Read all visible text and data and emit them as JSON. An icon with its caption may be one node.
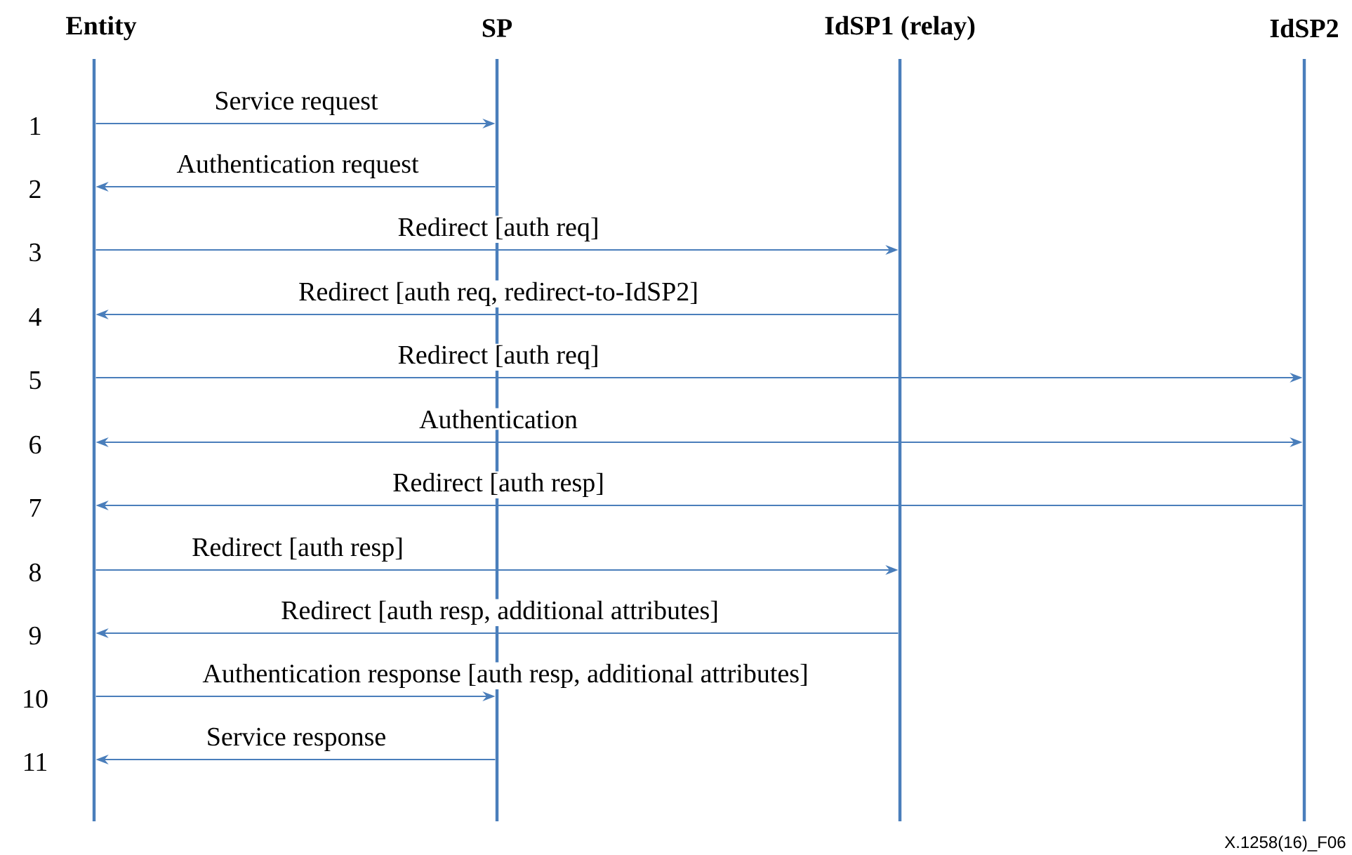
{
  "diagram": {
    "nodes": [
      {
        "text": [
          "Entity"
        ]
      },
      {
        "text": [
          "SP"
        ]
      },
      {
        "text": [
          "IdSP1 (relay)"
        ]
      },
      {
        "text": [
          "IdSP2"
        ]
      }
    ],
    "edges": [
      {
        "from": 0,
        "to": 1,
        "arrow": "to",
        "label": "Service request"
      },
      {
        "from": 1,
        "to": 0,
        "arrow": "to",
        "label": "Authentication request"
      },
      {
        "from": 0,
        "to": 2,
        "arrow": "to",
        "label": "Redirect [auth req]"
      },
      {
        "from": 2,
        "to": 0,
        "arrow": "to",
        "label": "Redirect [auth req, redirect-to-IdSP2]"
      },
      {
        "from": 0,
        "to": 3,
        "arrow": "to",
        "label": "Redirect [auth req]"
      },
      {
        "from": 0,
        "to": 3,
        "arrow": "both",
        "label": "Authentication"
      },
      {
        "from": 3,
        "to": 0,
        "arrow": "to",
        "label": "Redirect [auth resp]"
      },
      {
        "from": 0,
        "to": 2,
        "arrow": "to",
        "label": "Redirect [auth resp]"
      },
      {
        "from": 2,
        "to": 0,
        "arrow": "to",
        "label": "Redirect [auth resp, additional attributes]"
      },
      {
        "from": 0,
        "to": 1,
        "arrow": "to",
        "label": "Authentication response [auth resp, additional attributes]"
      },
      {
        "from": 1,
        "to": 0,
        "arrow": "to",
        "label": "Service response"
      }
    ],
    "labels": [
      "1",
      "2",
      "3",
      "4",
      "5",
      "6",
      "7",
      "8",
      "9",
      "10",
      "11",
      "X.1258(16)_F06"
    ]
  }
}
